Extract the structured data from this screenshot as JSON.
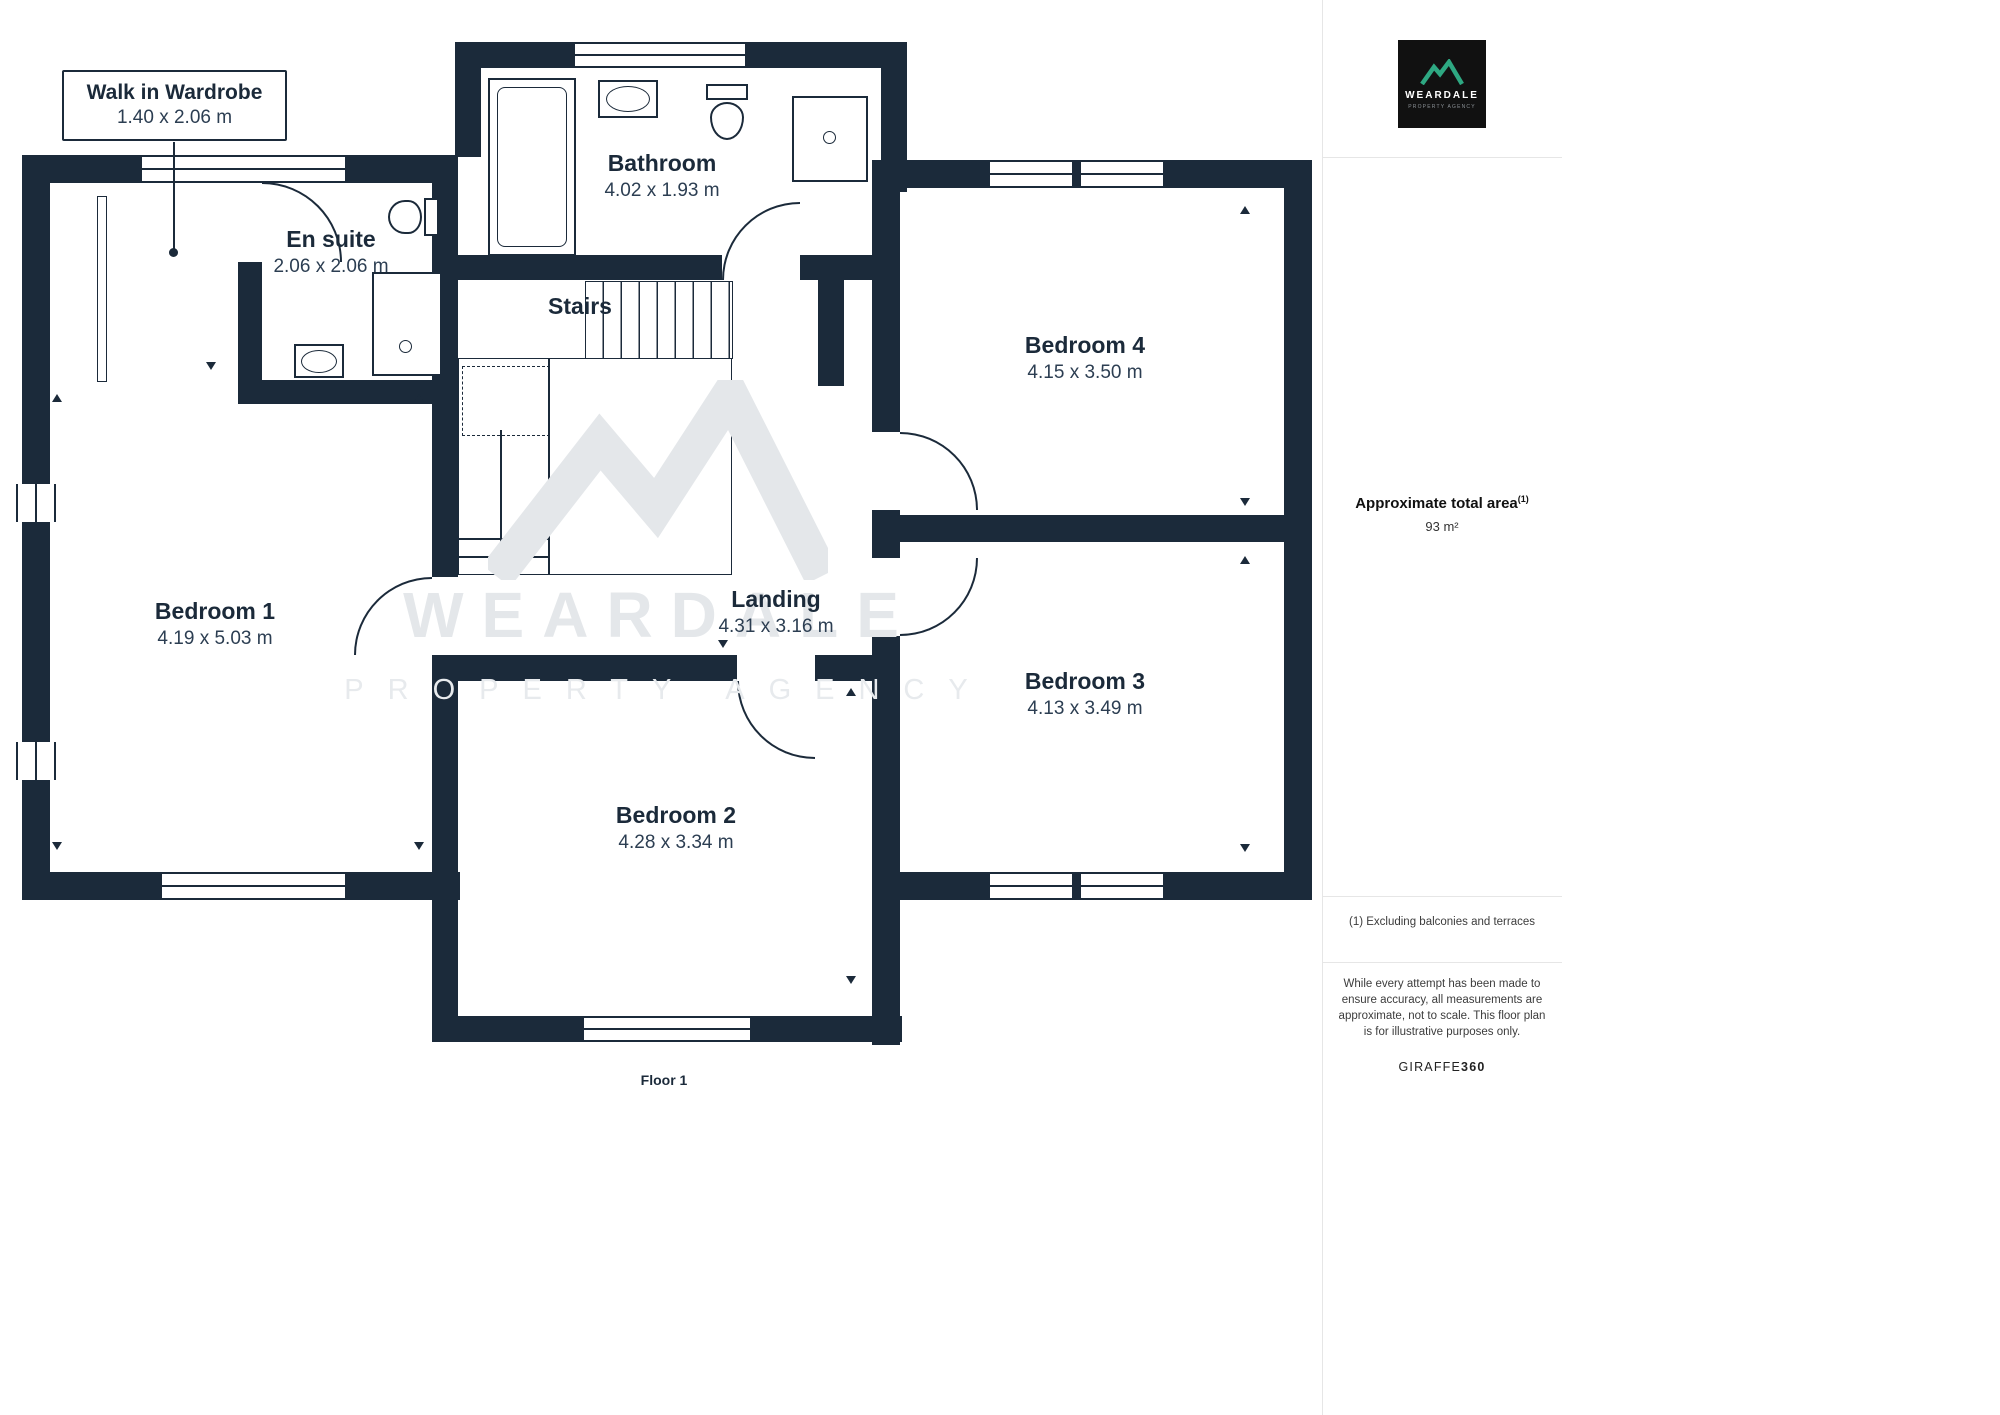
{
  "plan": {
    "floor_label": "Floor 1",
    "callout": {
      "title": "Walk in Wardrobe",
      "dims": "1.40 x 2.06 m"
    },
    "rooms": [
      {
        "id": "bathroom",
        "name": "Bathroom",
        "dims": "4.02 x 1.93 m"
      },
      {
        "id": "en-suite",
        "name": "En suite",
        "dims": "2.06 x 2.06 m"
      },
      {
        "id": "stairs",
        "name": "Stairs",
        "dims": ""
      },
      {
        "id": "bedroom-4",
        "name": "Bedroom 4",
        "dims": "4.15 x 3.50 m"
      },
      {
        "id": "bedroom-1",
        "name": "Bedroom 1",
        "dims": "4.19 x 5.03 m"
      },
      {
        "id": "landing",
        "name": "Landing",
        "dims": "4.31 x 3.16 m"
      },
      {
        "id": "bedroom-3",
        "name": "Bedroom 3",
        "dims": "4.13 x 3.49 m"
      },
      {
        "id": "bedroom-2",
        "name": "Bedroom 2",
        "dims": "4.28 x 3.34 m"
      }
    ],
    "watermark": {
      "word": "WEARDALE",
      "subtitle": "PROPERTY AGENCY"
    }
  },
  "sidebar": {
    "logo": {
      "brand": "WEARDALE",
      "tagline": "PROPERTY AGENCY"
    },
    "area": {
      "label": "Approximate total area",
      "footnote_ref": "(1)",
      "value": "93 m²"
    },
    "footnote": "(1) Excluding balconies and terraces",
    "disclaimer": "While every attempt has been made to ensure accuracy, all measurements are approximate, not to scale. This floor plan is for illustrative purposes only.",
    "credit": {
      "brand": "GIRAFFE",
      "suffix": "360"
    }
  },
  "colors": {
    "wall": "#1b2a3a",
    "watermark": "#e4e7ea",
    "logo_bg": "#111111",
    "logo_accent": "#2ea882"
  }
}
